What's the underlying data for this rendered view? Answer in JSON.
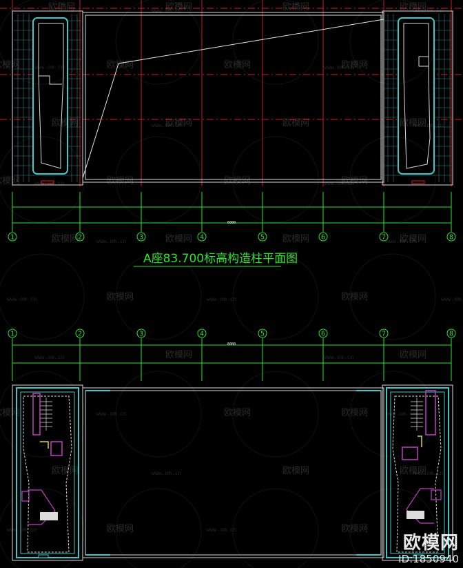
{
  "drawing": {
    "title": "A座83.700标高构造柱平面图",
    "axes_upper": [
      "1",
      "2",
      "3",
      "4",
      "5",
      "6",
      "7",
      "8"
    ],
    "axes_lower": [
      "1",
      "2",
      "3",
      "4",
      "5",
      "6",
      "7",
      "8"
    ],
    "dimension_mark_upper": "6000",
    "dimension_mark_lower": "6000"
  },
  "watermark": {
    "brand": "欧模网",
    "url": "www.om.cn"
  },
  "brand_badge": {
    "logo": "欧模网",
    "id": "ID:1850940"
  },
  "colors": {
    "background": "#000000",
    "axis_green": "#2de52d",
    "wall_white": "#dcdcdc",
    "cyan": "#3fc8c8",
    "red_dash": "#d21e1e",
    "magenta": "#c040c0",
    "yellow": "#d8d840"
  }
}
